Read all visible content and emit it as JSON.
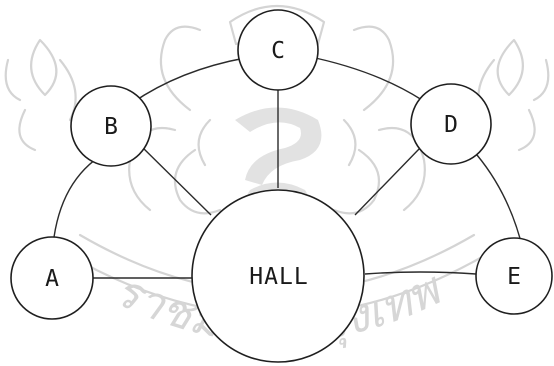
{
  "watermark": {
    "caption": "ราชมงคลกรุงเทพ",
    "color": "#d4d4d4"
  },
  "nodes": {
    "a": {
      "label": "A"
    },
    "b": {
      "label": "B"
    },
    "c": {
      "label": "C"
    },
    "d": {
      "label": "D"
    },
    "e": {
      "label": "E"
    },
    "hall": {
      "label": "HALL"
    }
  },
  "edges": [
    {
      "from": "A",
      "to": "B"
    },
    {
      "from": "B",
      "to": "C"
    },
    {
      "from": "C",
      "to": "D"
    },
    {
      "from": "D",
      "to": "E"
    },
    {
      "from": "A",
      "to": "HALL"
    },
    {
      "from": "B",
      "to": "HALL"
    },
    {
      "from": "C",
      "to": "HALL"
    },
    {
      "from": "D",
      "to": "HALL"
    },
    {
      "from": "E",
      "to": "HALL"
    }
  ]
}
